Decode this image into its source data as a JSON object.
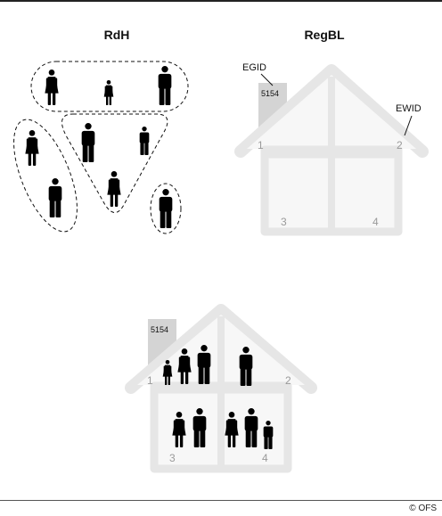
{
  "titles": {
    "left": "RdH",
    "right": "RegBL"
  },
  "labels": {
    "egid": "EGID",
    "ewid": "EWID"
  },
  "building_id": "5154",
  "unit_numbers": [
    "1",
    "2",
    "3",
    "4"
  ],
  "copyright": "© OFS",
  "colors": {
    "house_outline": "#e6e6e6",
    "house_fill": "#f7f7f7",
    "chimney": "#d4d4d4",
    "person": "#000000",
    "number": "#9a9a9a"
  }
}
